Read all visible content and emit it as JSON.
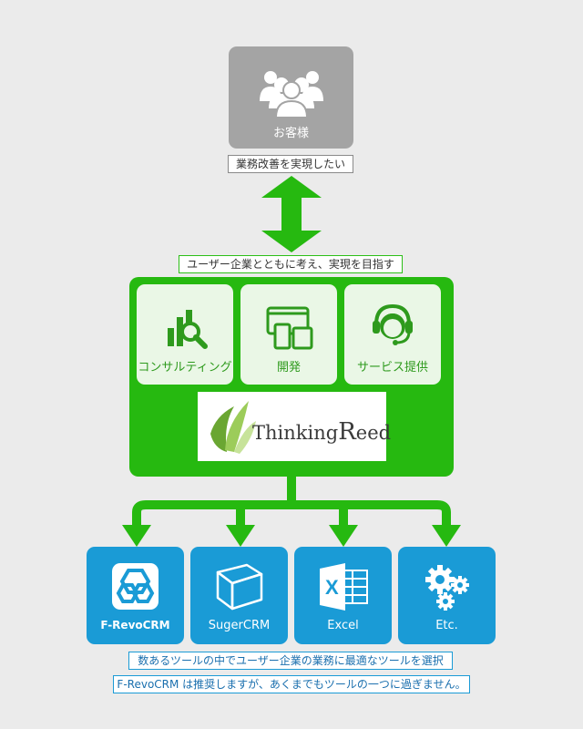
{
  "customer": {
    "label": "お客様",
    "icon": "group-of-people-icon"
  },
  "customer_note": "業務改善を実現したい",
  "partnership_note": "ユーザー企業とともに考え、実現を目指す",
  "services": [
    {
      "label": "コンサルティング",
      "icon": "chart-magnifier-icon"
    },
    {
      "label": "開発",
      "icon": "devices-icon"
    },
    {
      "label": "サービス提供",
      "icon": "support-headset-icon"
    }
  ],
  "company": {
    "logo_text_1": "Thinking",
    "logo_text_2": "R",
    "logo_text_3": "eed"
  },
  "tools": [
    {
      "label": "F-RevoCRM",
      "icon": "frevocrm-logo-icon"
    },
    {
      "label": "SugerCRM",
      "icon": "cube-icon"
    },
    {
      "label": "Excel",
      "icon": "excel-icon"
    },
    {
      "label": "Etc.",
      "icon": "gears-icon"
    }
  ],
  "tools_note": "数あるツールの中でユーザー企業の業務に最適なツールを選択",
  "frevocrm_note": "F-RevoCRM は推奨しますが、あくまでもツールの一つに過ぎません。",
  "colors": {
    "green": "#26b910",
    "blue": "#1a9bd6",
    "gray": "#a4a4a4",
    "background": "#ebebeb"
  }
}
